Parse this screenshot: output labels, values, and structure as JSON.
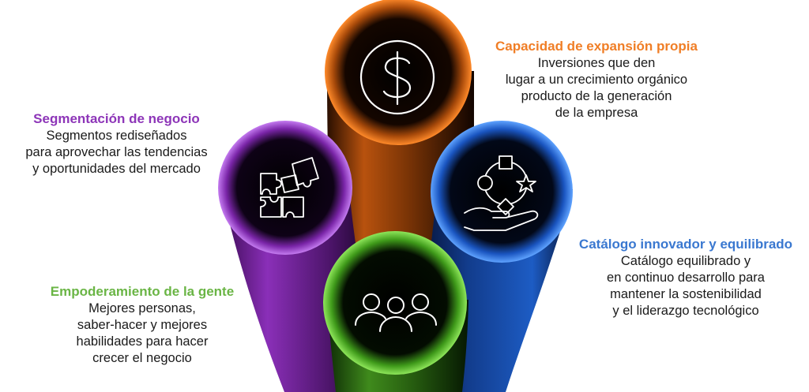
{
  "pillars": [
    {
      "id": "capacidad",
      "title": "Capacidad de expansión propia",
      "lines": [
        "Inversiones que den",
        "lugar a un crecimiento orgánico",
        "producto de la generación",
        "de la empresa"
      ],
      "color": "#f07e26",
      "icon": "dollar-icon"
    },
    {
      "id": "segmentacion",
      "title": "Segmentación de negocio",
      "lines": [
        "Segmentos rediseñados",
        "para aprovechar las tendencias",
        "y oportunidades del mercado"
      ],
      "color": "#8d35b8",
      "icon": "puzzle-icon"
    },
    {
      "id": "catalogo",
      "title": "Catálogo innovador y equilibrado",
      "lines": [
        "Catálogo equilibrado y",
        "en continuo desarrollo para",
        "mantener la sostenibilidad",
        "y el liderazgo tecnológico"
      ],
      "color": "#3a78d0",
      "icon": "hand-shapes-icon"
    },
    {
      "id": "empoderamiento",
      "title": "Empoderamiento de la gente",
      "lines": [
        "Mejores personas,",
        "saber-hacer y mejores",
        "habilidades para hacer",
        "crecer el negocio"
      ],
      "color": "#6ab545",
      "icon": "people-icon"
    }
  ]
}
